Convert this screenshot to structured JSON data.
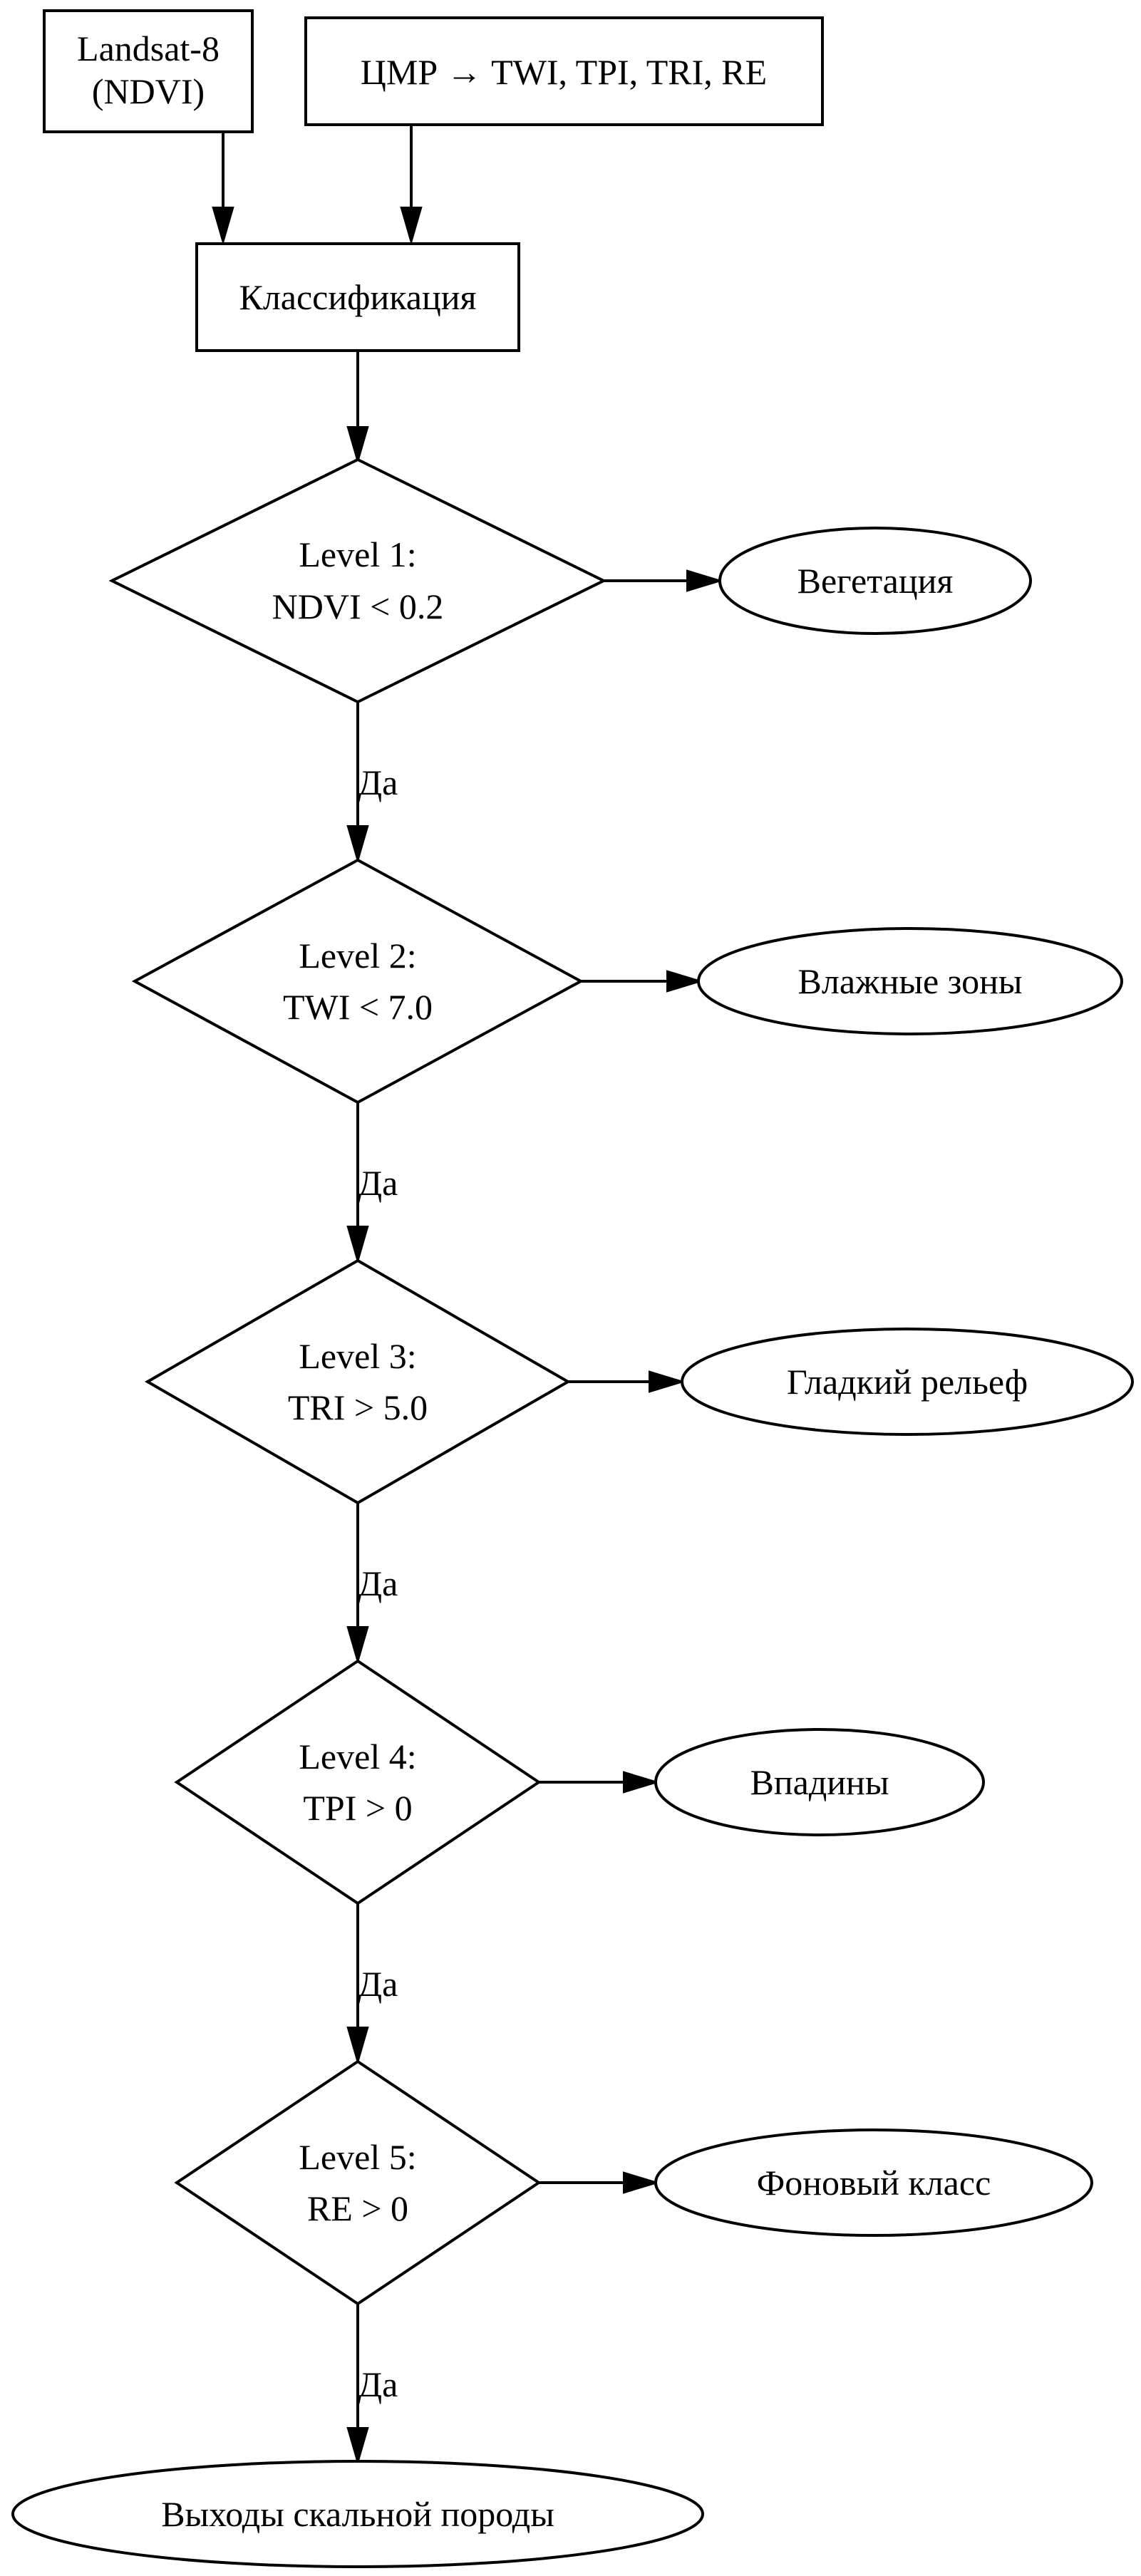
{
  "inputs": {
    "landsat": [
      "Landsat-8",
      "(NDVI)"
    ],
    "dem": "ЦМР → TWI, TPI, TRI, RE"
  },
  "classification": "Классификация",
  "levels": [
    {
      "lines": [
        "Level 1:",
        "NDVI < 0.2"
      ],
      "outcome": "Вегетация"
    },
    {
      "lines": [
        "Level 2:",
        "TWI < 7.0"
      ],
      "outcome": "Влажные зоны"
    },
    {
      "lines": [
        "Level 3:",
        "TRI > 5.0"
      ],
      "outcome": "Гладкий рельеф"
    },
    {
      "lines": [
        "Level 4:",
        "TPI > 0"
      ],
      "outcome": "Впадины"
    },
    {
      "lines": [
        "Level 5:",
        "RE > 0"
      ],
      "outcome": "Фоновый класс"
    }
  ],
  "yes_label": "Да",
  "final": "Выходы скальной породы"
}
